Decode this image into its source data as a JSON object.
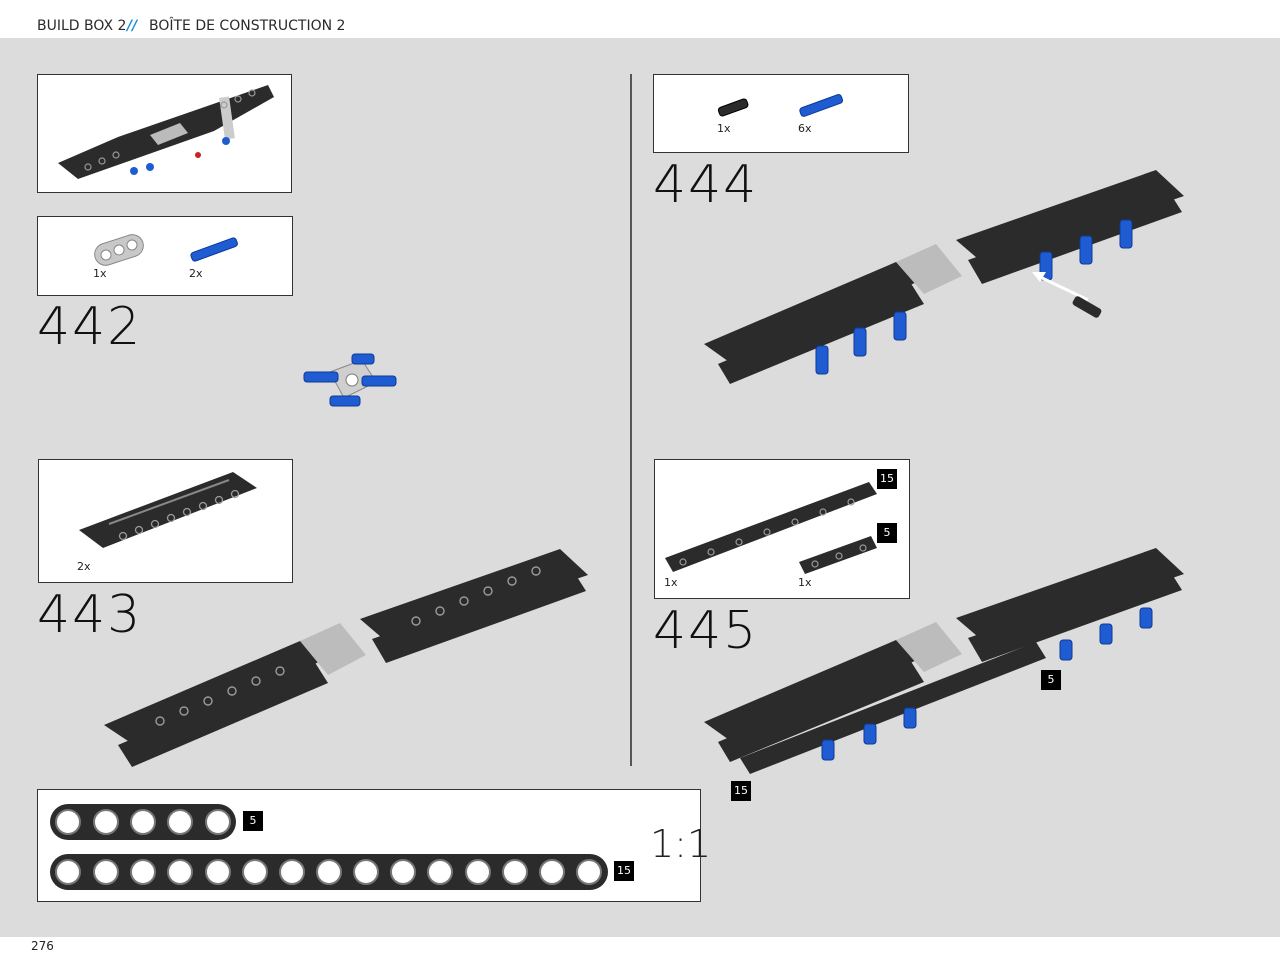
{
  "header": {
    "left": "BUILD BOX 2",
    "separator": "//",
    "right": "BOÎTE DE CONSTRUCTION 2"
  },
  "page_number": "276",
  "steps": {
    "s442": {
      "number": "442",
      "parts": [
        {
          "qty": "1x"
        },
        {
          "qty": "2x"
        }
      ]
    },
    "s443": {
      "number": "443",
      "parts": [
        {
          "qty": "2x"
        }
      ]
    },
    "s444": {
      "number": "444",
      "parts": [
        {
          "qty": "1x"
        },
        {
          "qty": "6x"
        }
      ]
    },
    "s445": {
      "number": "445",
      "parts": [
        {
          "qty": "1x"
        },
        {
          "qty": "1x"
        }
      ],
      "badges": [
        "15",
        "5"
      ]
    }
  },
  "model_badges": {
    "five": "5",
    "fifteen": "15"
  },
  "scale_box": {
    "ratio": "1:1",
    "beam_short": "5",
    "beam_long": "15"
  },
  "colors": {
    "background": "#dcdcdc",
    "beam": "#2b2b2b",
    "pin_blue": "#1f5bd1",
    "accent": "#1e8fd6"
  }
}
